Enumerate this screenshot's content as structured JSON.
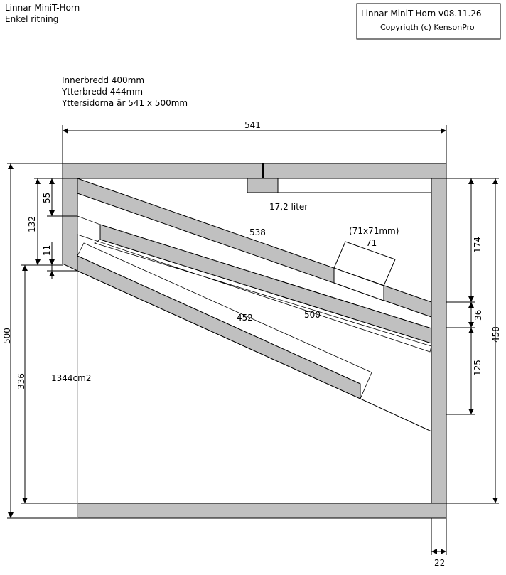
{
  "header": {
    "title": "Linnar MiniT-Horn",
    "subtitle": "Enkel ritning"
  },
  "titlebox": {
    "line1": "Linnar MiniT-Horn  v08.11.26",
    "line2": "Copyrigth (c) KensonPro"
  },
  "notes": {
    "inner_width": "Innerbredd 400mm",
    "outer_width": "Ytterbredd 444mm",
    "outer_sides": "Yttersidorna är 541 x 500mm"
  },
  "dimensions": {
    "overall_width": "541",
    "overall_height": "500",
    "right_height": "458",
    "left_upper": "132",
    "left_top": "55",
    "left_gap": "11",
    "left_lower": "336",
    "right_top": "174",
    "right_mid": "36",
    "right_low": "125",
    "panel_thickness": "22"
  },
  "labels": {
    "volume": "17,2 liter",
    "board1_length": "538",
    "board2_length": "500",
    "board3_length": "452",
    "port_size": "(71x71mm)",
    "port_width": "71",
    "mouth_area": "1344cm2"
  }
}
